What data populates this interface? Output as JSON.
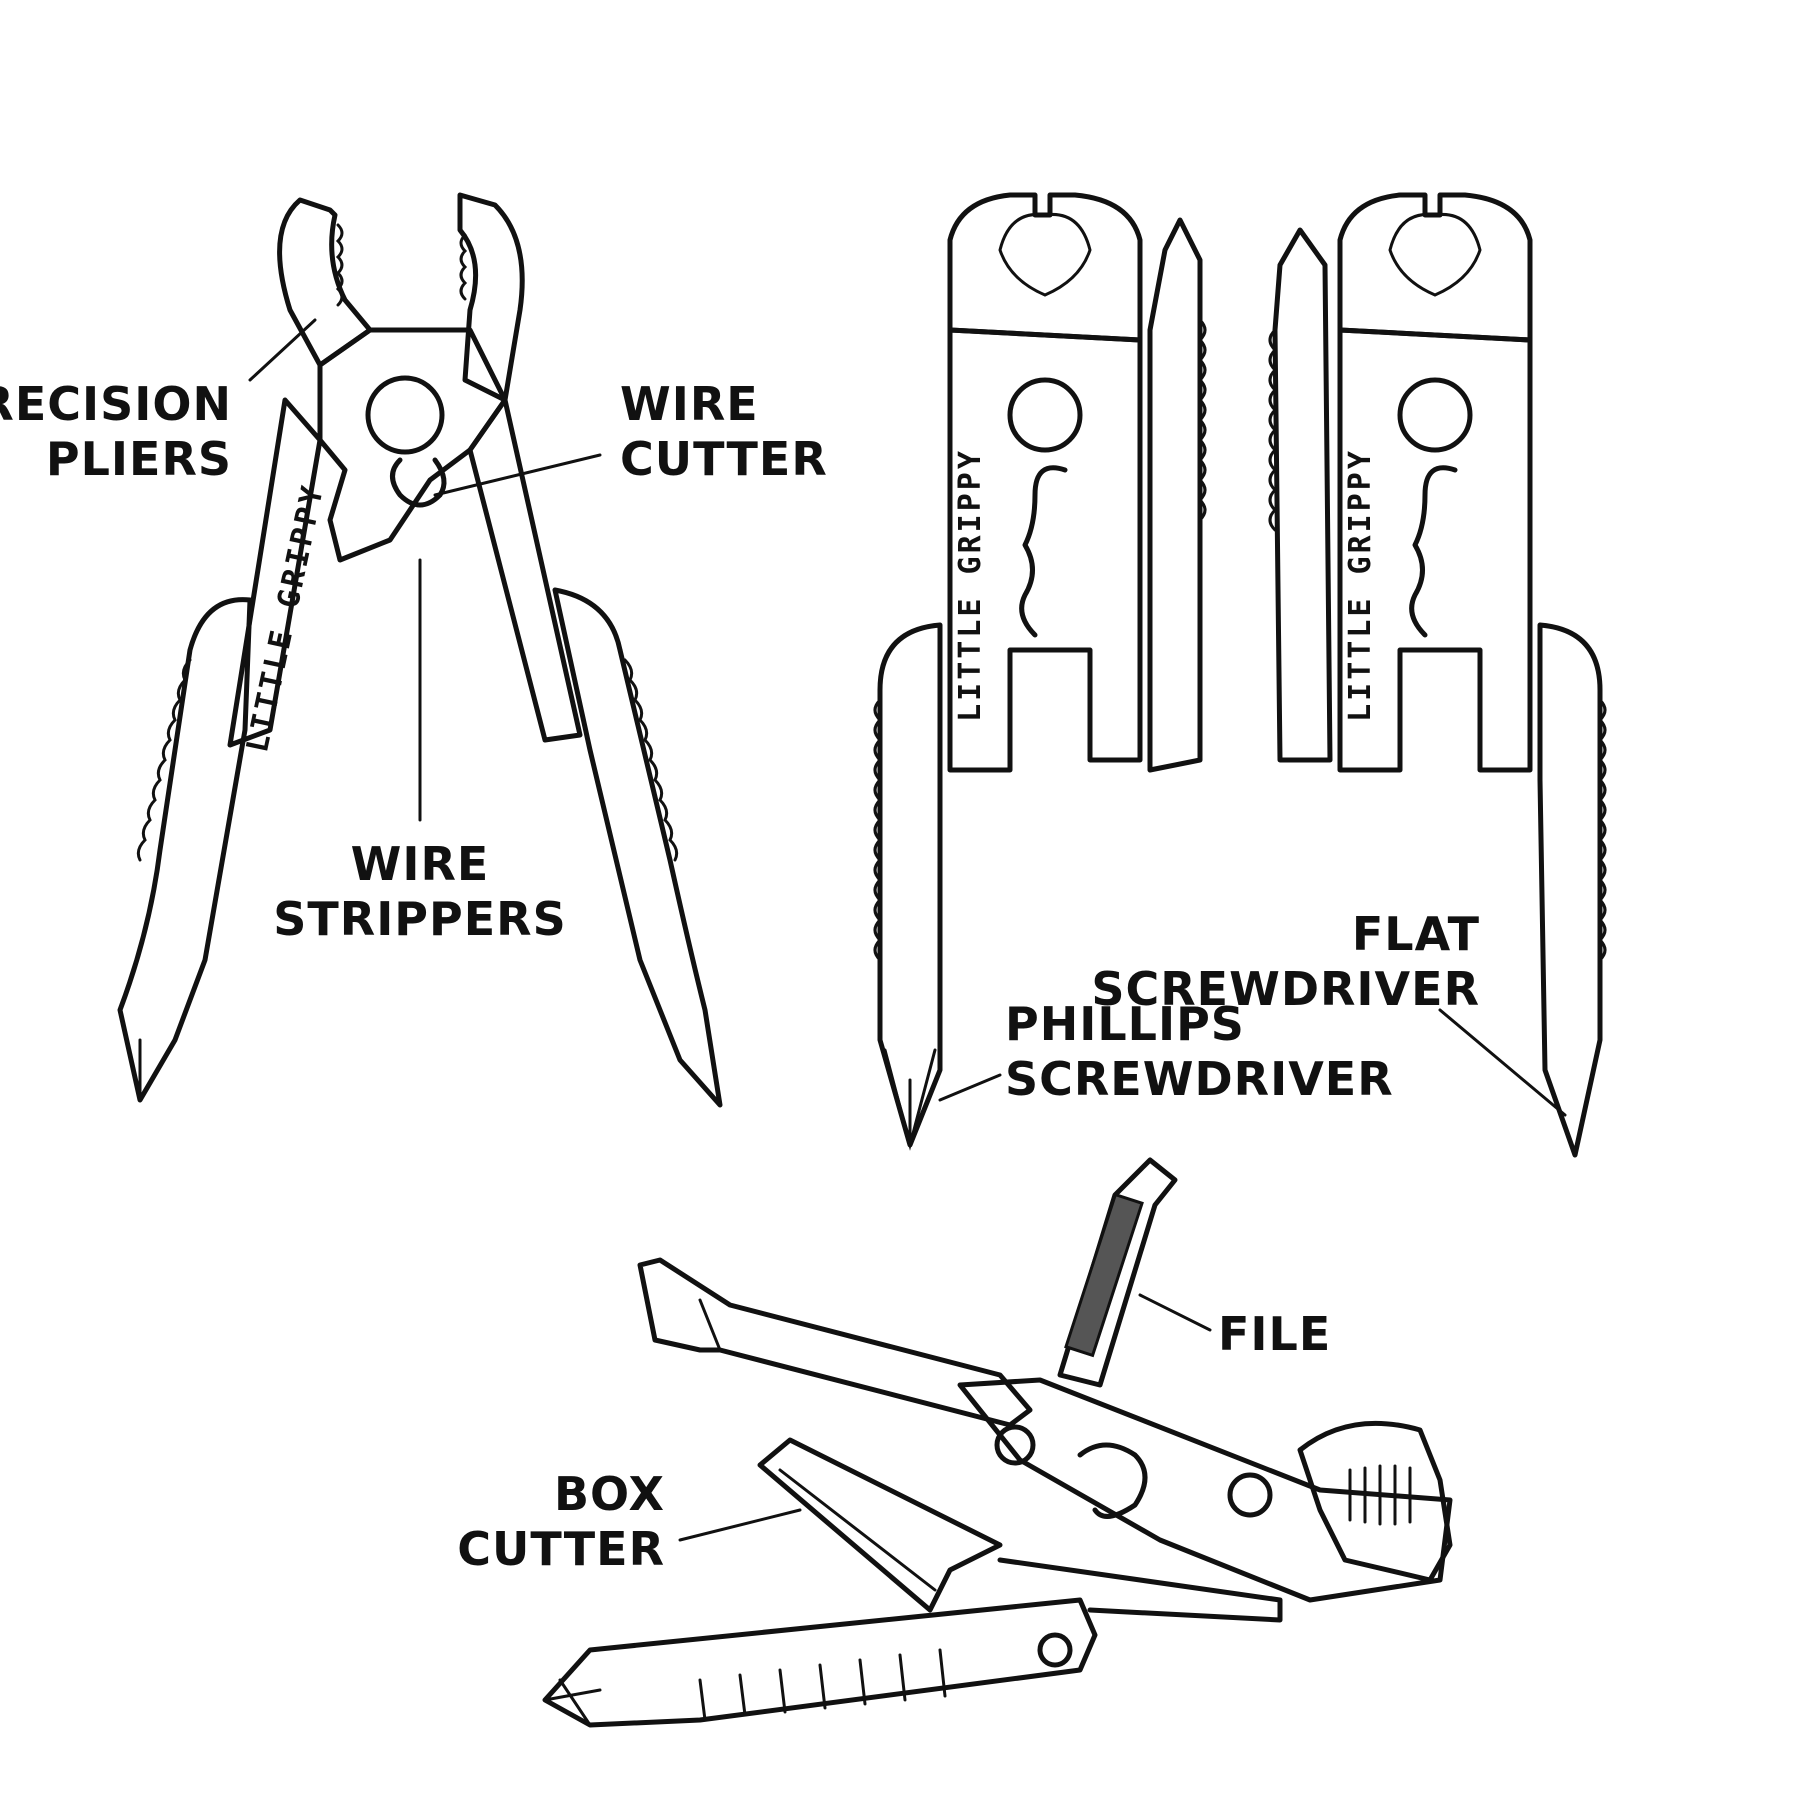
{
  "brand_text": "LITTLE GRIPPY",
  "labels": {
    "precision_pliers": [
      "PRECISION",
      "PLIERS"
    ],
    "wire_cutter": [
      "WIRE",
      "CUTTER"
    ],
    "wire_strippers": [
      "WIRE",
      "STRIPPERS"
    ],
    "phillips_screwdriver": [
      "PHILLIPS",
      "SCREWDRIVER"
    ],
    "flat_screwdriver": [
      "FLAT",
      "SCREWDRIVER"
    ],
    "file": [
      "FILE"
    ],
    "box_cutter": [
      "BOX",
      "CUTTER"
    ]
  },
  "colors": {
    "ink": "#111111",
    "background": "#ffffff"
  }
}
